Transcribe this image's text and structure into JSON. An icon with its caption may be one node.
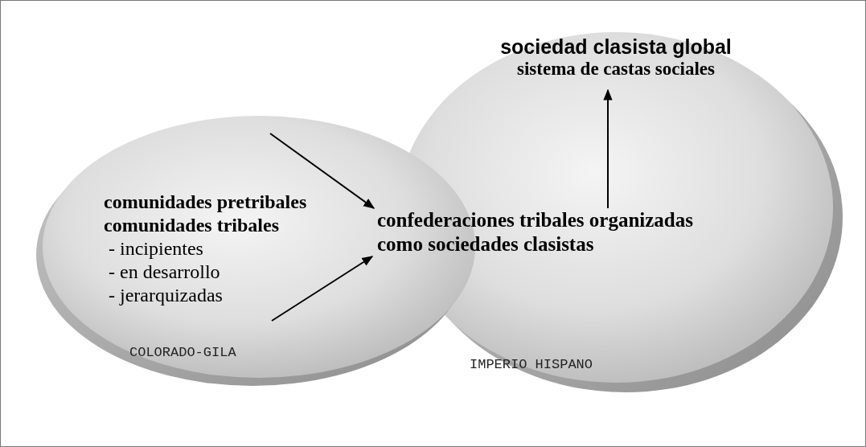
{
  "diagram": {
    "nodes": [
      {
        "text": [
          "IMPERIO HISPANO"
        ]
      },
      {
        "text": [
          "sociedad clasista global",
          "sistema de castas sociales"
        ],
        "in": 0
      },
      {
        "text": [
          "COLORADO-GILA"
        ]
      },
      {
        "text": [
          "comunidades pretribales",
          "comunidades tribales",
          "- incipientes",
          "- en desarrollo",
          "- jerarquizadas"
        ],
        "in": 2
      },
      {
        "text": [
          "confederaciones tribales organizadas como sociedades clasistas"
        ]
      }
    ],
    "edges": [
      {
        "from": 2,
        "to": 4,
        "arrow": "to"
      },
      {
        "from": 3,
        "to": 4,
        "arrow": "to"
      },
      {
        "from": 4,
        "to": 1,
        "arrow": "to"
      }
    ]
  }
}
